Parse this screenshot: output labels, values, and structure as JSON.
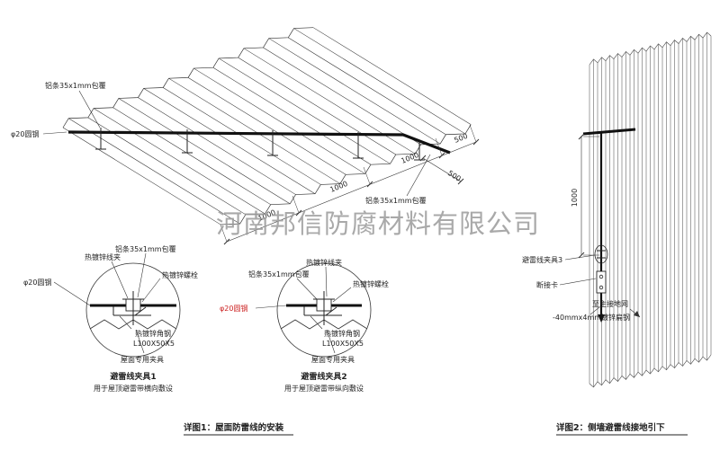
{
  "watermark": "河南邦信防腐材料有限公司",
  "colors": {
    "line": "#2b2b2b",
    "red_label": "#cc2222",
    "watermark": "#9b9b9b"
  },
  "roof": {
    "alu_strip_top": "铝条35x1mm包覆",
    "round_steel": "φ20圆钢",
    "alu_strip_right": "铝条35x1mm包覆",
    "dims": [
      "1000",
      "1000",
      "1000",
      "500"
    ],
    "dim_right": "500"
  },
  "clamp_detail_1": {
    "labels": {
      "wire_clip": "热镀锌线夹",
      "alu_strip": "铝条35x1mm包覆",
      "bolt": "热镀锌螺栓",
      "round_steel": "φ20圆钢",
      "angle_steel": "热镀锌角钢",
      "angle_spec": "L100X50X5",
      "roof_fixture": "屋面专用夹具"
    },
    "title": "避雷线夹具1",
    "subtitle": "用于屋顶避雷带横向敷设"
  },
  "clamp_detail_2": {
    "labels": {
      "alu_strip": "铝条35x1mm包覆",
      "wire_clip": "热镀锌线夹",
      "bolt": "热镀锌螺栓",
      "round_steel": "φ20圆钢",
      "angle_steel": "热镀锌角钢",
      "angle_spec": "L100X50X5",
      "roof_fixture": "屋面专用夹具"
    },
    "title": "避雷线夹具2",
    "subtitle": "用于屋顶避雷带纵向敷设"
  },
  "captions": {
    "detail1": "详图1：屋面防雷线的安装",
    "detail2": "详图2：侧墙避雷线接地引下"
  },
  "wall": {
    "dim": "1000",
    "clamp3": "避雷线夹具3",
    "disconnect": "断接卡",
    "to_ground": "至主接地网",
    "flat_steel": "-40mmx4mm镀锌扁钢"
  }
}
